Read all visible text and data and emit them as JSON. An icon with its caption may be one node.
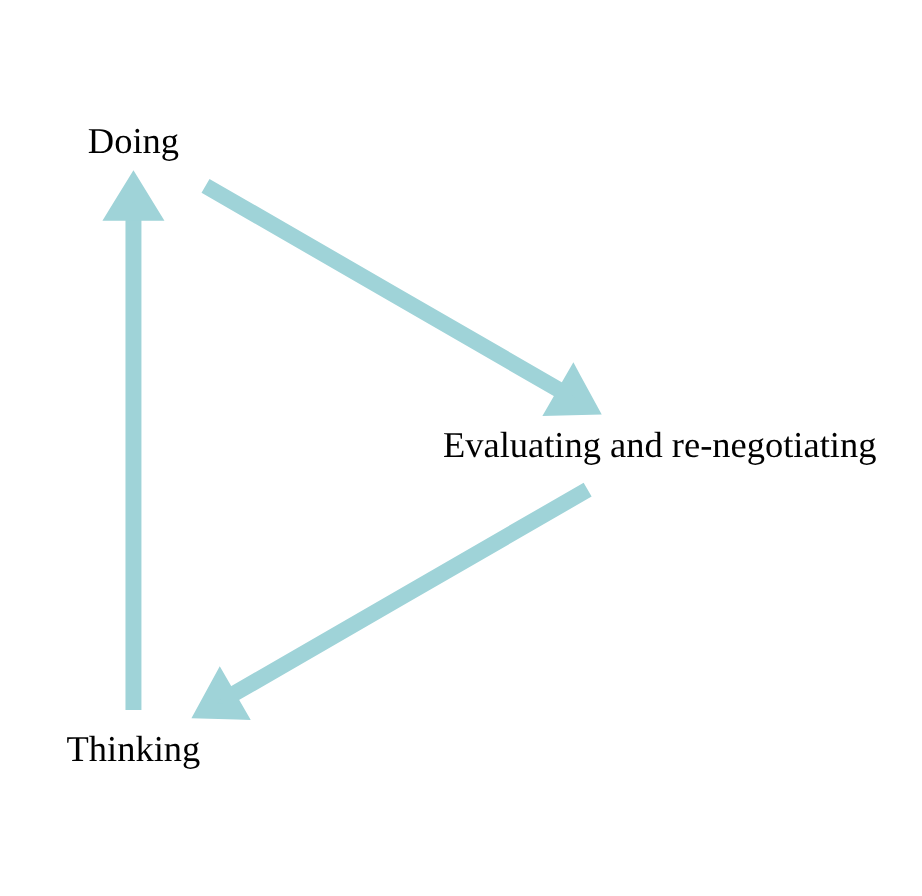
{
  "diagram": {
    "nodes": [
      {
        "text": [
          "Thinking"
        ]
      },
      {
        "text": [
          "Doing"
        ]
      },
      {
        "text": [
          "Evaluating and re-negotiating"
        ]
      }
    ],
    "edges": [
      {
        "from": 0,
        "to": 1,
        "arrow": "to"
      },
      {
        "from": 1,
        "to": 2,
        "arrow": "to"
      },
      {
        "from": 2,
        "to": 0,
        "arrow": "to"
      }
    ]
  }
}
